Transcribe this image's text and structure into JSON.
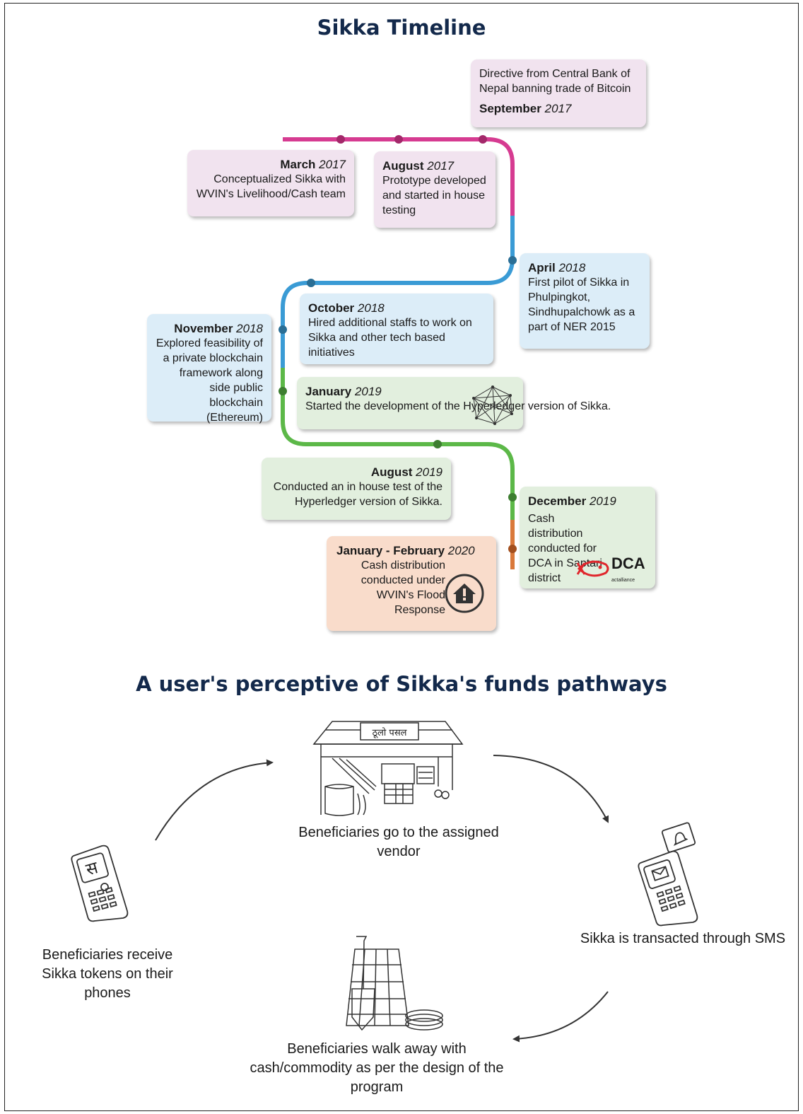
{
  "titles": {
    "timeline": "Sikka Timeline",
    "pathways": "A user's perceptive of Sikka's funds pathways"
  },
  "events": {
    "sep2017": {
      "month": "September",
      "year": "2017",
      "text": "Directive from Central Bank of Nepal banning trade of Bitcoin"
    },
    "mar2017": {
      "month": "March",
      "year": "2017",
      "text": "Conceptualized Sikka with WVIN's Livelihood/Cash team"
    },
    "aug2017": {
      "month": "August",
      "year": "2017",
      "text": "Prototype developed and started in house testing"
    },
    "apr2018": {
      "month": "April",
      "year": "2018",
      "text": "First pilot of Sikka in Phulpingkot, Sindhupalchowk as a part of NER 2015"
    },
    "oct2018": {
      "month": "October",
      "year": "2018",
      "text": "Hired additional staffs to work on Sikka and other tech based initiatives"
    },
    "nov2018": {
      "month": "November",
      "year": "2018",
      "text": "Explored feasibility of a private blockchain framework along side public blockchain (Ethereum)"
    },
    "jan2019": {
      "month": "January",
      "year": "2019",
      "text": "Started the development of the Hyperledger version of Sikka."
    },
    "aug2019": {
      "month": "August",
      "year": "2019",
      "text": "Conducted an in house test of the Hyperledger version of Sikka."
    },
    "dec2019": {
      "month": "December",
      "year": "2019",
      "text": "Cash distribution conducted for DCA in Saptari district"
    },
    "jan2020": {
      "month": "January - February",
      "year": "2020",
      "text": "Cash distribution conducted under WVIN's Flood Response"
    }
  },
  "logo": {
    "dca_name": "DCA",
    "dca_sub": "actalliance"
  },
  "shop_sign": "ठूलो पसल",
  "phone_char": "स",
  "pathways": {
    "receive": "Beneficiaries receive Sikka tokens on their phones",
    "vendor": "Beneficiaries go to the assigned vendor",
    "sms": "Sikka is transacted through SMS",
    "walk": "Beneficiaries walk away with cash/commodity as per the design of the program"
  },
  "colors": {
    "pink": "#d63b91",
    "blue": "#3a9bd5",
    "green": "#5cb848",
    "orange": "#d9783a",
    "navy": "#13294b"
  }
}
